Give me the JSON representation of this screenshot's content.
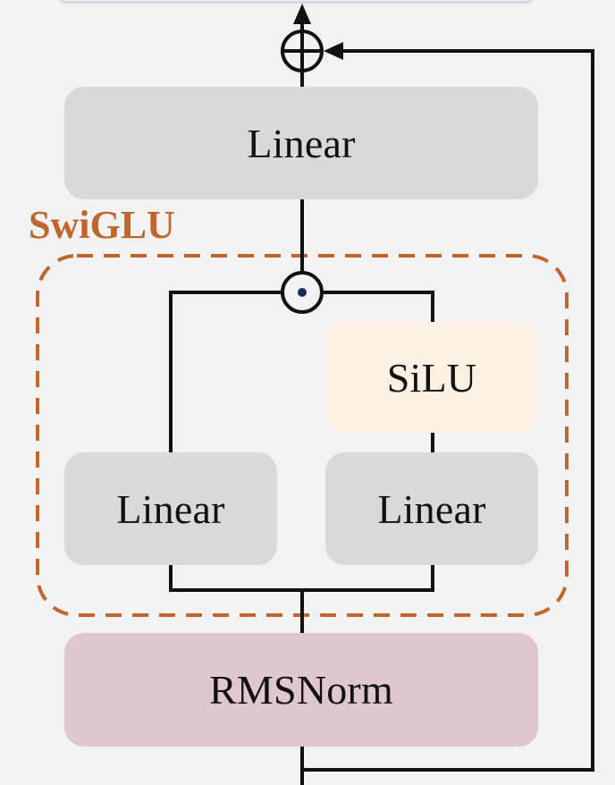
{
  "diagram": {
    "title": "SwiGLU feed-forward block with residual connection",
    "group_label": "SwiGLU",
    "blocks": {
      "top_linear": "Linear",
      "silu": "SiLU",
      "left_linear": "Linear",
      "right_linear": "Linear",
      "rmsnorm": "RMSNorm"
    },
    "operators": {
      "residual_add": "add",
      "gate_multiply": "elementwise-multiply"
    },
    "colors": {
      "background": "#f2f2f2",
      "linear_fill": "#d9d9d9",
      "silu_fill": "#fcf1e2",
      "rmsnorm_fill": "#dfc6cf",
      "swiglu_accent": "#c0652c",
      "line": "#111111",
      "dot": "#1c2d5a"
    }
  }
}
